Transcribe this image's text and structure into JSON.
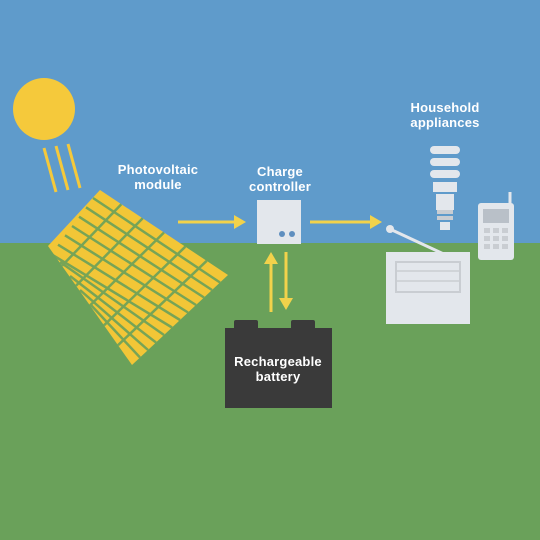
{
  "labels": {
    "photovoltaic_line1": "Photovoltaic",
    "photovoltaic_line2": "module",
    "charge_line1": "Charge",
    "charge_line2": "controller",
    "household_line1": "Household",
    "household_line2": "appliances",
    "battery_line1": "Rechargeable",
    "battery_line2": "battery"
  },
  "colors": {
    "sky": "#5f9bcb",
    "ground": "#6aa15a",
    "sun": "#f5c93b",
    "panel": "#f2c637",
    "arrow": "#f2d24b",
    "device": "#e3e7ec",
    "battery": "#3a3a3a"
  },
  "icons": [
    "sun-icon",
    "solar-panel-icon",
    "charge-controller-icon",
    "battery-icon",
    "bulb-icon",
    "radio-icon",
    "phone-icon",
    "arrow-icon"
  ]
}
